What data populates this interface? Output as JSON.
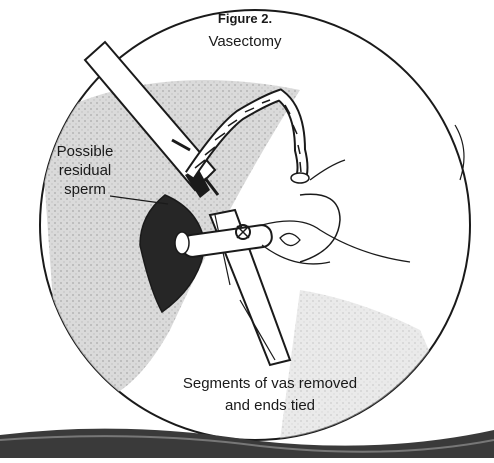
{
  "figure": {
    "title": "Figure 2.",
    "subtitle": "Vasectomy"
  },
  "labels": {
    "side_label": [
      "Possible",
      "residual",
      "sperm"
    ],
    "caption": [
      "Segments of vas removed",
      "and ends tied"
    ]
  },
  "colors": {
    "ink": "#1a1a1a",
    "paper": "#ffffff",
    "shade": "#c8c8c8",
    "dark": "#262626"
  }
}
